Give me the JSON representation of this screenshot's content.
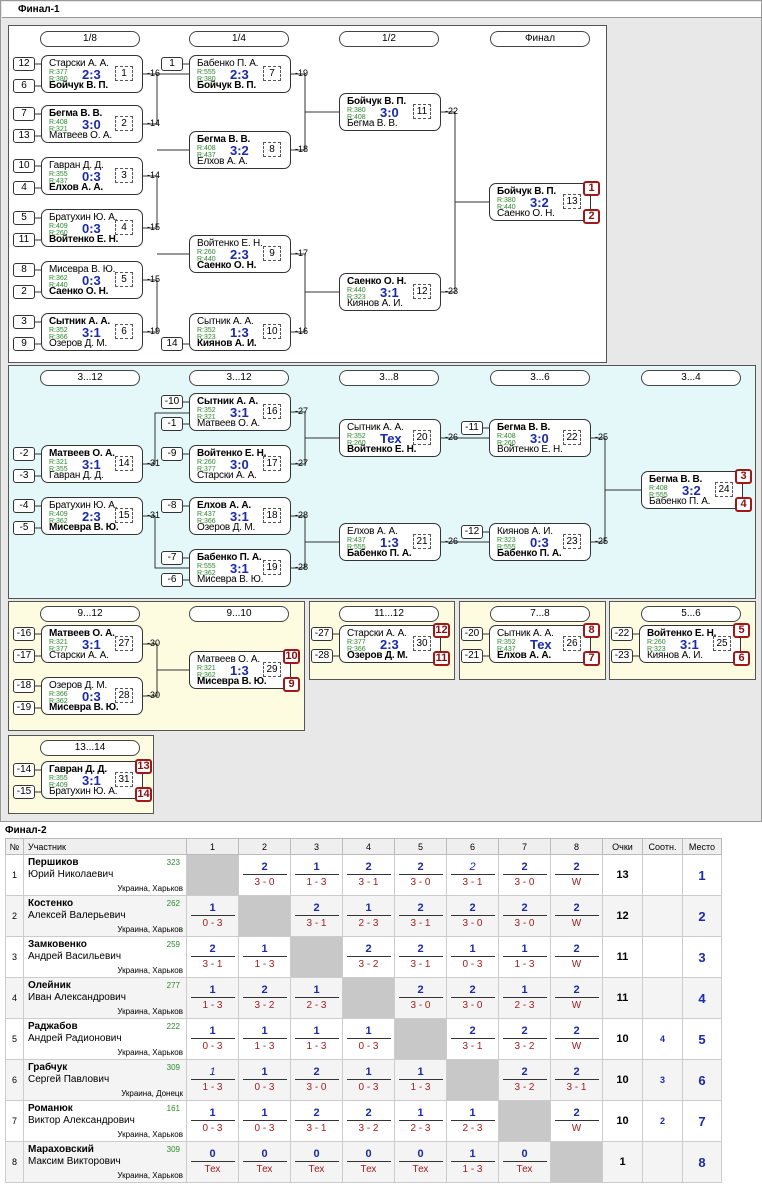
{
  "final1": {
    "title": "Финал-1"
  },
  "sections": {
    "main": {
      "rounds": [
        "1/8",
        "1/4",
        "1/2",
        "Финал"
      ],
      "matches": [
        {
          "top": "Старски А. А.",
          "top_r": "R:377",
          "bot": "Бойчук В. П.",
          "bot_r": "R:380",
          "score": "2:3",
          "num": "1",
          "win": "bot",
          "ts": "12",
          "bs": "6",
          "lose": "-16"
        },
        {
          "top": "Бегма В. В.",
          "top_r": "R:408",
          "bot": "Матвеев О. А.",
          "bot_r": "R:321",
          "score": "3:0",
          "num": "2",
          "win": "top",
          "ts": "7",
          "bs": "13",
          "lose": "-14"
        },
        {
          "top": "Гавран Д. Д.",
          "top_r": "R:355",
          "bot": "Елхов А. А.",
          "bot_r": "R:437",
          "score": "0:3",
          "num": "3",
          "win": "bot",
          "ts": "10",
          "bs": "4",
          "lose": "-14"
        },
        {
          "top": "Братухин Ю. А.",
          "top_r": "R:409",
          "bot": "Войтенко Е. Н.",
          "bot_r": "R:260",
          "score": "0:3",
          "num": "4",
          "win": "bot",
          "ts": "5",
          "bs": "11",
          "lose": "-15"
        },
        {
          "top": "Мисевра В. Ю.",
          "top_r": "R:362",
          "bot": "Саенко О. Н.",
          "bot_r": "R:440",
          "score": "0:3",
          "num": "5",
          "win": "bot",
          "ts": "8",
          "bs": "2",
          "lose": "-15"
        },
        {
          "top": "Сытник А. А.",
          "top_r": "R:352",
          "bot": "Озеров Д. М.",
          "bot_r": "R:366",
          "score": "3:1",
          "num": "6",
          "win": "top",
          "ts": "3",
          "bs": "9",
          "lose": "-19"
        },
        {
          "top": "Бабенко П. А.",
          "top_r": "R:555",
          "bot": "Бойчук В. П.",
          "bot_r": "R:380",
          "score": "2:3",
          "num": "7",
          "win": "bot",
          "ts": "1",
          "bs": "",
          "lose": "-19"
        },
        {
          "top": "Бегма В. В.",
          "top_r": "R:408",
          "bot": "Елхов А. А.",
          "bot_r": "R:437",
          "score": "3:2",
          "num": "8",
          "win": "top",
          "ts": "",
          "bs": "",
          "lose": "-18"
        },
        {
          "top": "Войтенко Е. Н.",
          "top_r": "R:260",
          "bot": "Саенко О. Н.",
          "bot_r": "R:440",
          "score": "2:3",
          "num": "9",
          "win": "bot",
          "ts": "",
          "bs": "",
          "lose": "-17"
        },
        {
          "top": "Сытник А. А.",
          "top_r": "R:352",
          "bot": "Киянов А. И.",
          "bot_r": "R:323",
          "score": "1:3",
          "num": "10",
          "win": "bot",
          "ts": "",
          "bs": "14",
          "lose": "-16"
        },
        {
          "top": "Бойчук В. П.",
          "top_r": "R:380",
          "bot": "Бегма В. В.",
          "bot_r": "R:408",
          "score": "3:0",
          "num": "11",
          "win": "top",
          "ts": "",
          "bs": "",
          "lose": "-22"
        },
        {
          "top": "Саенко О. Н.",
          "top_r": "R:440",
          "bot": "Киянов А. И.",
          "bot_r": "R:323",
          "score": "3:1",
          "num": "12",
          "win": "top",
          "ts": "",
          "bs": "",
          "lose": "-23"
        },
        {
          "top": "Бойчук В. П.",
          "top_r": "R:380",
          "bot": "Саенко О. Н.",
          "bot_r": "R:440",
          "score": "3:2",
          "num": "13",
          "win": "top",
          "ts": "",
          "bs": "",
          "lose": "",
          "p1": "1",
          "p2": "2"
        }
      ]
    },
    "cons": {
      "rounds": [
        "3...12",
        "3...12",
        "3...8",
        "3...6",
        "3...4"
      ],
      "matches": [
        {
          "top": "Матвеев О. А.",
          "top_r": "R:321",
          "bot": "Гавран Д. Д.",
          "bot_r": "R:355",
          "score": "3:1",
          "num": "14",
          "win": "top",
          "ts": "-2",
          "bs": "-3",
          "lose": "-31"
        },
        {
          "top": "Братухин Ю. А.",
          "top_r": "R:409",
          "bot": "Мисевра В. Ю.",
          "bot_r": "R:362",
          "score": "2:3",
          "num": "15",
          "win": "bot",
          "ts": "-4",
          "bs": "-5",
          "lose": "-31"
        },
        {
          "top": "Сытник А. А.",
          "top_r": "R:352",
          "bot": "Матвеев О. А.",
          "bot_r": "R:321",
          "score": "3:1",
          "num": "16",
          "win": "top",
          "ts": "-10",
          "bs": "-1",
          "lose": "-27"
        },
        {
          "top": "Войтенко Е. Н.",
          "top_r": "R:260",
          "bot": "Старски А. А.",
          "bot_r": "R:377",
          "score": "3:0",
          "num": "17",
          "win": "top",
          "ts": "-9",
          "bs": "",
          "lose": "-27"
        },
        {
          "top": "Елхов А. А.",
          "top_r": "R:437",
          "bot": "Озеров Д. М.",
          "bot_r": "R:366",
          "score": "3:1",
          "num": "18",
          "win": "top",
          "ts": "-8",
          "bs": "",
          "lose": "-28"
        },
        {
          "top": "Бабенко П. А.",
          "top_r": "R:555",
          "bot": "Мисевра В. Ю.",
          "bot_r": "R:362",
          "score": "3:1",
          "num": "19",
          "win": "top",
          "ts": "-7",
          "bs": "-6",
          "lose": "-28"
        },
        {
          "top": "Сытник А. А.",
          "top_r": "R:352",
          "bot": "Войтенко Е. Н.",
          "bot_r": "R:260",
          "score": "Тех",
          "num": "20",
          "win": "bot",
          "ts": "",
          "bs": "",
          "lose": "-26"
        },
        {
          "top": "Елхов А. А.",
          "top_r": "R:437",
          "bot": "Бабенко П. А.",
          "bot_r": "R:555",
          "score": "1:3",
          "num": "21",
          "win": "bot",
          "ts": "",
          "bs": "",
          "lose": "-26"
        },
        {
          "top": "Бегма В. В.",
          "top_r": "R:408",
          "bot": "Войтенко Е. Н.",
          "bot_r": "R:260",
          "score": "3:0",
          "num": "22",
          "win": "top",
          "ts": "-11",
          "bs": "",
          "lose": "-25"
        },
        {
          "top": "Киянов А. И.",
          "top_r": "R:323",
          "bot": "Бабенко П. А.",
          "bot_r": "R:555",
          "score": "0:3",
          "num": "23",
          "win": "bot",
          "ts": "-12",
          "bs": "",
          "lose": "-25"
        },
        {
          "top": "Бегма В. В.",
          "top_r": "R:408",
          "bot": "Бабенко П. А.",
          "bot_r": "R:555",
          "score": "3:2",
          "num": "24",
          "win": "top",
          "ts": "",
          "bs": "",
          "lose": "",
          "p1": "3",
          "p2": "4"
        }
      ]
    },
    "s912": {
      "rounds": [
        "9...12",
        "9...10"
      ],
      "matches": [
        {
          "top": "Матвеев О. А.",
          "top_r": "R:321",
          "bot": "Старски А. А.",
          "bot_r": "R:377",
          "score": "3:1",
          "num": "27",
          "win": "top",
          "ts": "-16",
          "bs": "-17",
          "lose": "-30"
        },
        {
          "top": "Озеров Д. М.",
          "top_r": "R:366",
          "bot": "Мисевра В. Ю.",
          "bot_r": "R:362",
          "score": "0:3",
          "num": "28",
          "win": "bot",
          "ts": "-18",
          "bs": "-19",
          "lose": "-30"
        },
        {
          "top": "Матвеев О. А.",
          "top_r": "R:321",
          "bot": "Мисевра В. Ю.",
          "bot_r": "R:362",
          "score": "1:3",
          "num": "29",
          "win": "bot",
          "ts": "",
          "bs": "",
          "lose": "",
          "p1": "10",
          "p2": "9"
        }
      ]
    },
    "s1112": {
      "rounds": [
        "11...12"
      ],
      "matches": [
        {
          "top": "Старски А. А.",
          "top_r": "R:377",
          "bot": "Озеров Д. М.",
          "bot_r": "R:366",
          "score": "2:3",
          "num": "30",
          "win": "bot",
          "ts": "-27",
          "bs": "-28",
          "lose": "",
          "p1": "12",
          "p2": "11"
        }
      ]
    },
    "s78": {
      "rounds": [
        "7...8"
      ],
      "matches": [
        {
          "top": "Сытник А. А.",
          "top_r": "R:352",
          "bot": "Елхов А. А.",
          "bot_r": "R:437",
          "score": "Тех",
          "num": "26",
          "win": "bot",
          "ts": "-20",
          "bs": "-21",
          "lose": "",
          "p1": "8",
          "p2": "7"
        }
      ]
    },
    "s56": {
      "rounds": [
        "5...6"
      ],
      "matches": [
        {
          "top": "Войтенко Е. Н.",
          "top_r": "R:260",
          "bot": "Киянов А. И.",
          "bot_r": "R:323",
          "score": "3:1",
          "num": "25",
          "win": "top",
          "ts": "-22",
          "bs": "-23",
          "lose": "",
          "p1": "5",
          "p2": "6"
        }
      ]
    },
    "s1314": {
      "rounds": [
        "13...14"
      ],
      "matches": [
        {
          "top": "Гавран Д. Д.",
          "top_r": "R:355",
          "bot": "Братухин Ю. А.",
          "bot_r": "R:409",
          "score": "3:1",
          "num": "31",
          "win": "top",
          "ts": "-14",
          "bs": "-15",
          "lose": "",
          "p1": "13",
          "p2": "14"
        }
      ]
    }
  },
  "final2": {
    "title": "Финал-2",
    "headers": [
      "№",
      "Участник",
      "1",
      "2",
      "3",
      "4",
      "5",
      "6",
      "7",
      "8",
      "Очки",
      "Соотн.",
      "Место"
    ],
    "rows": [
      {
        "n": "1",
        "last": "Першиков",
        "first": "Юрий Николаевич",
        "rating": "323",
        "city": "Украина, Харьков",
        "games": [
          null,
          [
            "2",
            "3 - 0"
          ],
          [
            "1",
            "1 - 3"
          ],
          [
            "2",
            "3 - 1"
          ],
          [
            "2",
            "3 - 0"
          ],
          [
            "2",
            "3 - 1",
            "it"
          ],
          [
            "2",
            "3 - 0"
          ],
          [
            "2",
            "W"
          ]
        ],
        "points": "13",
        "ratio": "",
        "place": "1"
      },
      {
        "n": "2",
        "last": "Костенко",
        "first": "Алексей Валерьевич",
        "rating": "262",
        "city": "Украина, Харьков",
        "games": [
          [
            "1",
            "0 - 3"
          ],
          null,
          [
            "2",
            "3 - 1"
          ],
          [
            "1",
            "2 - 3"
          ],
          [
            "2",
            "3 - 1"
          ],
          [
            "2",
            "3 - 0"
          ],
          [
            "2",
            "3 - 0"
          ],
          [
            "2",
            "W"
          ]
        ],
        "points": "12",
        "ratio": "",
        "place": "2"
      },
      {
        "n": "3",
        "last": "Замковенко",
        "first": "Андрей Васильевич",
        "rating": "259",
        "city": "Украина, Харьков",
        "games": [
          [
            "2",
            "3 - 1"
          ],
          [
            "1",
            "1 - 3"
          ],
          null,
          [
            "2",
            "3 - 2"
          ],
          [
            "2",
            "3 - 1"
          ],
          [
            "1",
            "0 - 3"
          ],
          [
            "1",
            "1 - 3"
          ],
          [
            "2",
            "W"
          ]
        ],
        "points": "11",
        "ratio": "",
        "place": "3"
      },
      {
        "n": "4",
        "last": "Олейник",
        "first": "Иван Александрович",
        "rating": "277",
        "city": "Украина, Харьков",
        "games": [
          [
            "1",
            "1 - 3"
          ],
          [
            "2",
            "3 - 2"
          ],
          [
            "1",
            "2 - 3"
          ],
          null,
          [
            "2",
            "3 - 0"
          ],
          [
            "2",
            "3 - 0"
          ],
          [
            "1",
            "2 - 3"
          ],
          [
            "2",
            "W"
          ]
        ],
        "points": "11",
        "ratio": "",
        "place": "4"
      },
      {
        "n": "5",
        "last": "Раджабов",
        "first": "Андрей Радионович",
        "rating": "222",
        "city": "Украина, Харьков",
        "games": [
          [
            "1",
            "0 - 3"
          ],
          [
            "1",
            "1 - 3"
          ],
          [
            "1",
            "1 - 3"
          ],
          [
            "1",
            "0 - 3"
          ],
          null,
          [
            "2",
            "3 - 1"
          ],
          [
            "2",
            "3 - 2"
          ],
          [
            "2",
            "W"
          ]
        ],
        "points": "10",
        "ratio": "4",
        "place": "5"
      },
      {
        "n": "6",
        "last": "Грабчук",
        "first": "Сергей Павлович",
        "rating": "309",
        "city": "Украина, Донецк",
        "games": [
          [
            "1",
            "1 - 3",
            "it"
          ],
          [
            "1",
            "0 - 3"
          ],
          [
            "2",
            "3 - 0"
          ],
          [
            "1",
            "0 - 3"
          ],
          [
            "1",
            "1 - 3"
          ],
          null,
          [
            "2",
            "3 - 2"
          ],
          [
            "2",
            "3 - 1"
          ]
        ],
        "points": "10",
        "ratio": "3",
        "place": "6"
      },
      {
        "n": "7",
        "last": "Романюк",
        "first": "Виктор Александрович",
        "rating": "161",
        "city": "Украина, Харьков",
        "games": [
          [
            "1",
            "0 - 3"
          ],
          [
            "1",
            "0 - 3"
          ],
          [
            "2",
            "3 - 1"
          ],
          [
            "2",
            "3 - 2"
          ],
          [
            "1",
            "2 - 3"
          ],
          [
            "1",
            "2 - 3"
          ],
          null,
          [
            "2",
            "W"
          ]
        ],
        "points": "10",
        "ratio": "2",
        "place": "7"
      },
      {
        "n": "8",
        "last": "Мараховский",
        "first": "Максим Викторович",
        "rating": "309",
        "city": "Украина, Харьков",
        "games": [
          [
            "0",
            "Тех"
          ],
          [
            "0",
            "Тех"
          ],
          [
            "0",
            "Тех"
          ],
          [
            "0",
            "Тех"
          ],
          [
            "0",
            "Тех"
          ],
          [
            "1",
            "1 - 3"
          ],
          [
            "0",
            "Тех"
          ],
          null
        ],
        "points": "1",
        "ratio": "",
        "place": "8"
      }
    ]
  },
  "colors": {
    "score": "#1a2aa8",
    "rating": "#2a8a2a",
    "place_box": "#a01818",
    "section_main": "#ffffff",
    "section_cons": "#e4f8fa",
    "section_low": "#fdfbe0"
  }
}
